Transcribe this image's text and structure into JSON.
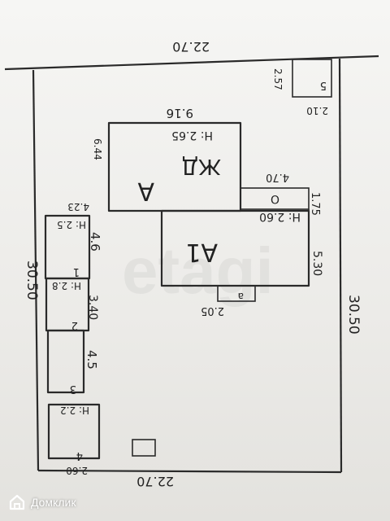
{
  "plan": {
    "top_width": "22.70",
    "bottom_width": "22.70",
    "left_length": "30.50",
    "right_length": "30.50",
    "small_box_height": "2.57",
    "small_box_width": "2.10",
    "small_box_label": "5",
    "building_a_label": "А",
    "building_a_type": "ЖД",
    "building_a_height": "H: 2.65",
    "building_a_width": "9.16",
    "building_a_depth": "6.44",
    "annex_label": "А1",
    "annex_height": "H: 2.60",
    "annex_depth": "5.30",
    "connector_label": "O",
    "connector_width": "4.70",
    "connector_depth": "1.75",
    "porch_label": "a",
    "porch_width": "2.05",
    "shed1_label": "1",
    "shed1_height": "H: 2.5",
    "shed1_width": "4.23",
    "shed1_length": "4.6",
    "shed2_label": "2",
    "shed2_height": "H: 2.8",
    "shed2_length": "3.40",
    "shed3_label": "3",
    "shed3_length": "4.5",
    "shed4_label": "4",
    "shed4_height": "H: 2.2",
    "shed4_width": "2.60"
  },
  "watermark": "etagi",
  "brand": {
    "name": "Домклик",
    "icon": "house-logo-icon"
  }
}
